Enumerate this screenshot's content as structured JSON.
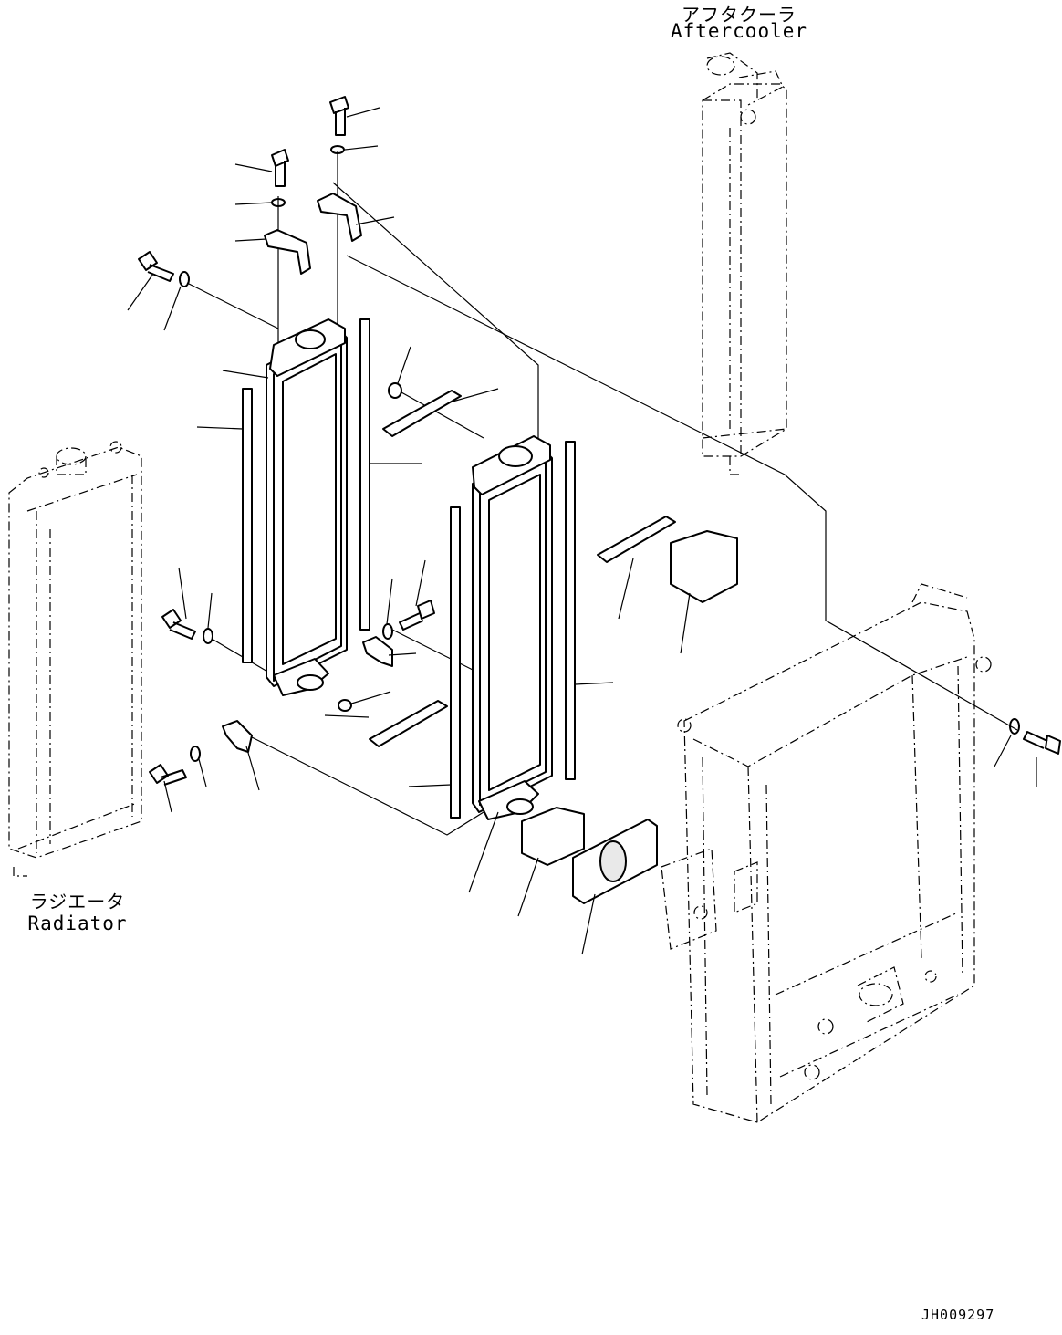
{
  "labels": {
    "aftercooler_jp": "アフタクーラ",
    "aftercooler_en": "Aftercooler",
    "radiator_jp": "ラジエータ",
    "radiator_en": "Radiator"
  },
  "drawing_number": "JH009297"
}
